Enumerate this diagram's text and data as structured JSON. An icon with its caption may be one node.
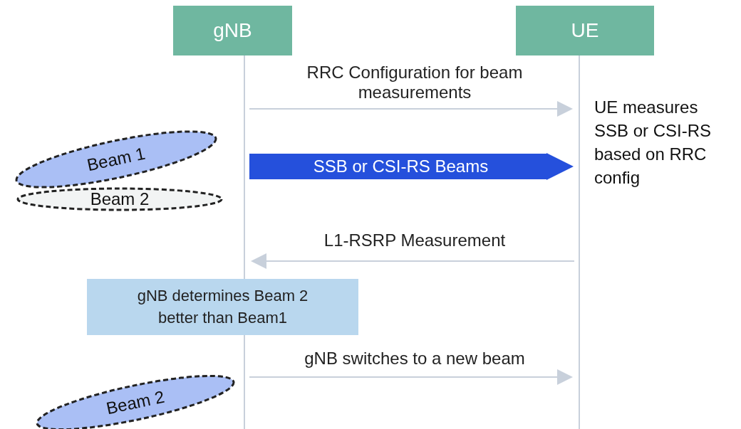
{
  "diagram": {
    "nodes": [
      {
        "text": [
          "gNB"
        ]
      },
      {
        "text": [
          "UE"
        ]
      },
      {
        "text": [
          "Beam 1"
        ]
      },
      {
        "text": [
          "Beam 2"
        ]
      },
      {
        "text": [
          "gNB determines Beam 2 better than Beam1"
        ]
      },
      {
        "text": [
          "Beam 2"
        ]
      }
    ],
    "edges": [
      {
        "from": 0,
        "to": 1,
        "arrow": "to",
        "label": "RRC Configuration for beam measurements"
      },
      {
        "from": 0,
        "to": 1,
        "arrow": "to",
        "label": "SSB or CSI-RS Beams",
        "style": "thick",
        "color": "#2550dc"
      },
      {
        "from": 1,
        "to": 0,
        "arrow": "to",
        "label": "L1-RSRP Measurement"
      },
      {
        "from": 0,
        "to": 1,
        "arrow": "to",
        "label": "gNB switches to a new beam"
      }
    ],
    "labels": [
      "UE measures SSB or CSI-RS based on RRC config"
    ]
  }
}
